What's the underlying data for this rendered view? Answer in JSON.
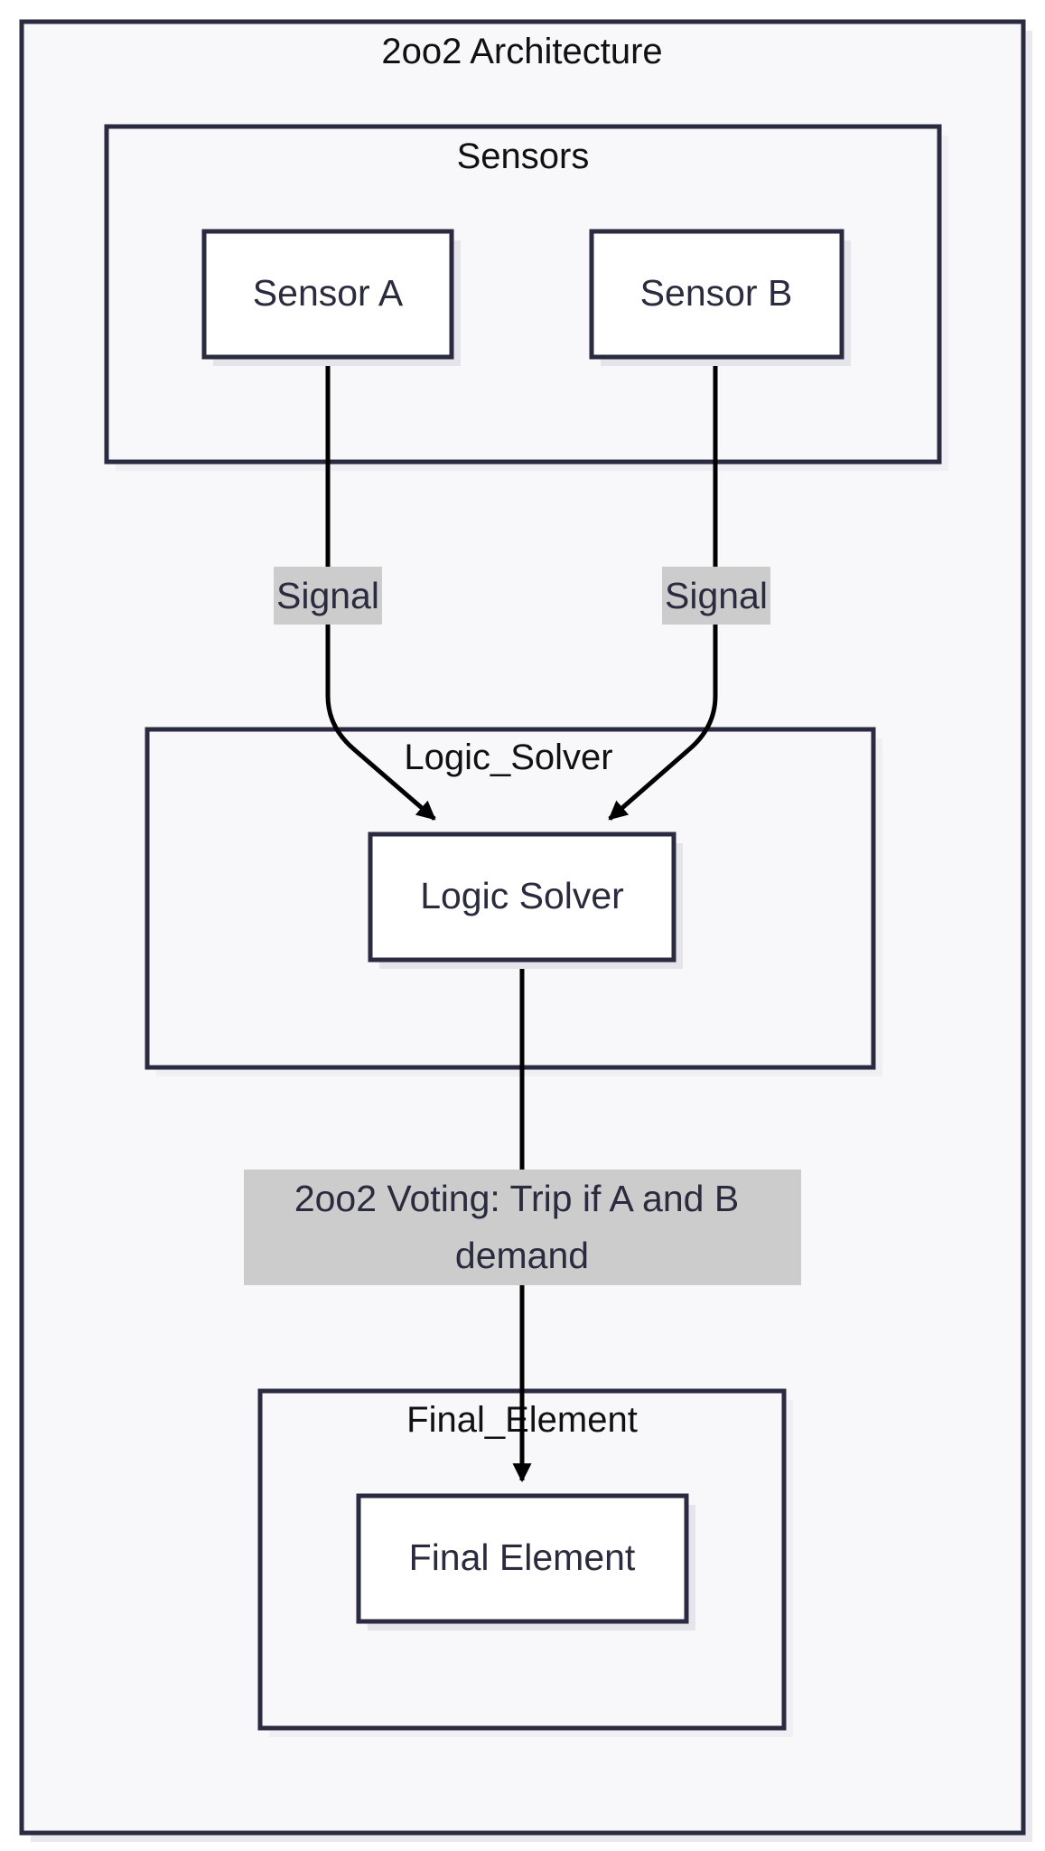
{
  "diagram": {
    "title": "2oo2 Architecture",
    "groups": {
      "sensors": "Sensors",
      "logic_solver": "Logic_Solver",
      "final_element": "Final_Element"
    },
    "nodes": {
      "sensor_a": "Sensor A",
      "sensor_b": "Sensor B",
      "logic_solver": "Logic Solver",
      "final_element": "Final Element"
    },
    "edges": {
      "signal_a": "Signal",
      "signal_b": "Signal",
      "voting_line1": "2oo2 Voting: Trip if A and B",
      "voting_line2": "demand"
    }
  },
  "colors": {
    "outer_fill": "#f8f8fa",
    "stroke": "#2a2a40",
    "node_fill": "#ffffff",
    "shadow": "#e4e4ea",
    "edge_label_bg": "#cccccc",
    "edge": "#000000"
  }
}
